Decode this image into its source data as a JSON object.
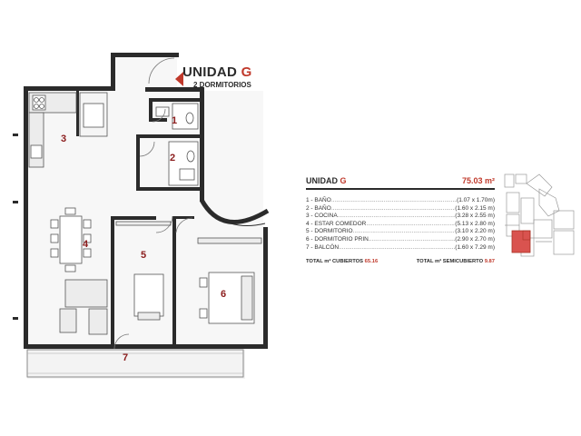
{
  "unit": {
    "title_word": "UNIDAD",
    "title_letter": "G",
    "subtitle": "2 DORMITORIOS"
  },
  "room_numbers": [
    "1",
    "2",
    "3",
    "4",
    "5",
    "6",
    "7"
  ],
  "legend": {
    "title_word": "UNIDAD",
    "title_letter": "G",
    "total_area": "75.03 m²",
    "rooms": [
      {
        "name": "1 - BAÑO",
        "dims": "(1.07 x 1.70m)"
      },
      {
        "name": "2 - BAÑO",
        "dims": "(1.60 x 2.15 m)"
      },
      {
        "name": "3 - COCINA",
        "dims": "(3.28 x 2.55 m)"
      },
      {
        "name": "4 - ESTAR COMEDOR",
        "dims": "(5.13 x 2.80 m)"
      },
      {
        "name": "5 - DORMITORIO",
        "dims": "(3.10 x 2.20 m)"
      },
      {
        "name": "6 - DORMITORIO PRIN.",
        "dims": "(2.90 x 2.70 m)"
      },
      {
        "name": "7 - BALCÓN",
        "dims": "(1.60 x 7.29 m)"
      }
    ],
    "totals": {
      "covered_label": "TOTAL m² CUBIERTOS",
      "covered_value": "65.16",
      "semicovered_label": "TOTAL m² SEMICUBIERTO",
      "semicovered_value": "9.87"
    }
  },
  "colors": {
    "wall": "#2b2b2b",
    "accent": "#c0392b",
    "room_number": "#8b1c1c",
    "highlight": "#d9534f"
  }
}
